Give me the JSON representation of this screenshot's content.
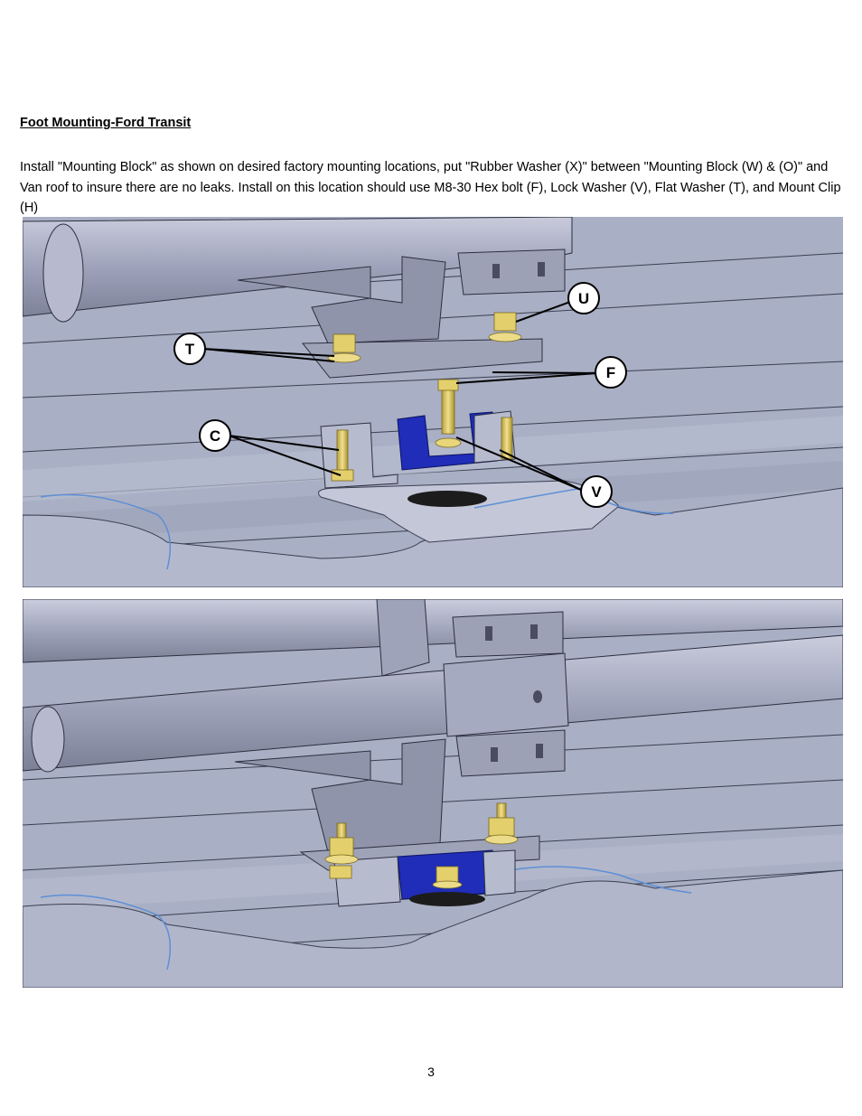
{
  "document": {
    "heading": "Foot Mounting-Ford Transit",
    "paragraph": "Install \"Mounting Block\" as shown on desired factory mounting locations, put \"Rubber Washer (X)\" between \"Mounting Block (W) & (O)\" and Van roof to insure there are no leaks. Install on this location should use M8-30 Hex bolt (F), Lock Washer (V), Flat Washer (T), and Mount Clip (H)",
    "page_number": "3"
  },
  "figure1": {
    "callouts": {
      "u": "U",
      "t": "T",
      "f": "F",
      "c": "C",
      "v": "V"
    }
  },
  "colors": {
    "roof": "#aab0c4",
    "rail": "#b4b7cc",
    "mounting_block": "#1f2db8",
    "hardware": "#d9c56a",
    "rubber_washer": "#1c1c1c"
  }
}
